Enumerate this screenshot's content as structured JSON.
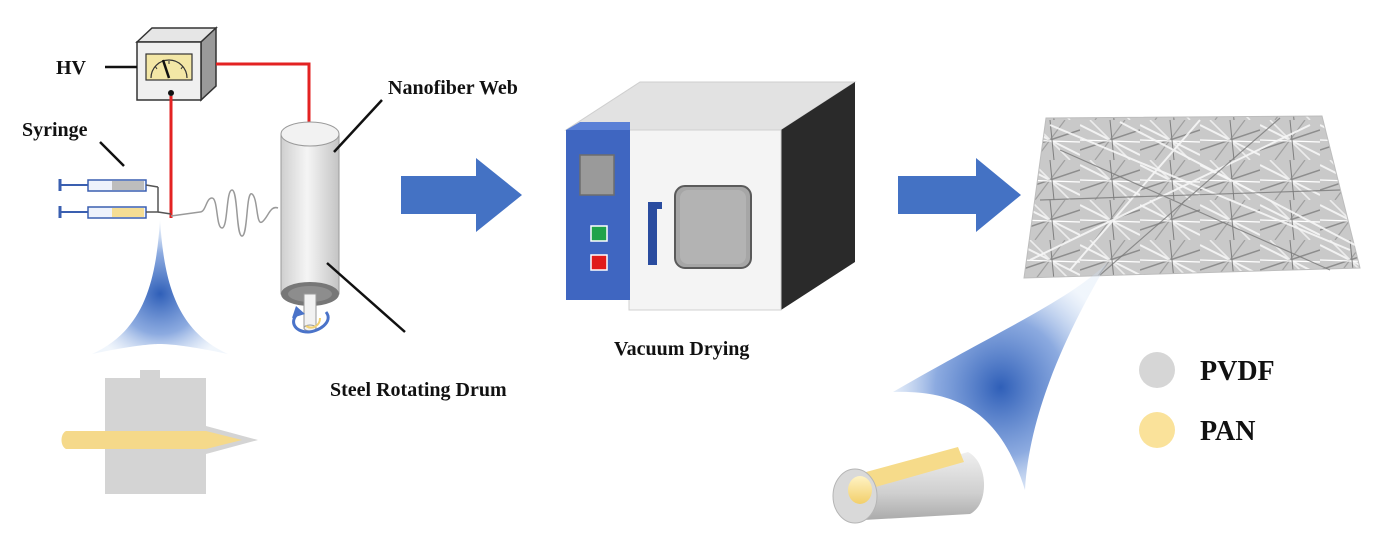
{
  "labels": {
    "hv": "HV",
    "syringe": "Syringe",
    "nanofiber_web": "Nanofiber Web",
    "steel_rotating_drum": "Steel Rotating Drum",
    "vacuum_drying": "Vacuum Drying"
  },
  "legend": [
    {
      "label": "PVDF",
      "color": "#d6d6d6"
    },
    {
      "label": "PAN",
      "color": "#fae29a"
    }
  ],
  "colors": {
    "wire": "#e32222",
    "arrow": "#4472c4",
    "cone": "#2f5fb8",
    "oven_panel": "#3f66c1",
    "oven_body": "#f4f4f4",
    "oven_dark_side": "#2a2a2a",
    "button_green": "#1fa34a",
    "button_red": "#e01b1b",
    "fiber_core": "#fae29a",
    "fiber_shell": "#d6d6d6"
  },
  "icons": [
    "hv-meter-icon",
    "syringe-icon",
    "drum-icon",
    "rotation-arrow-icon",
    "oven-icon",
    "process-arrow-icon",
    "fiber-mat-icon",
    "coaxial-fiber-icon"
  ]
}
